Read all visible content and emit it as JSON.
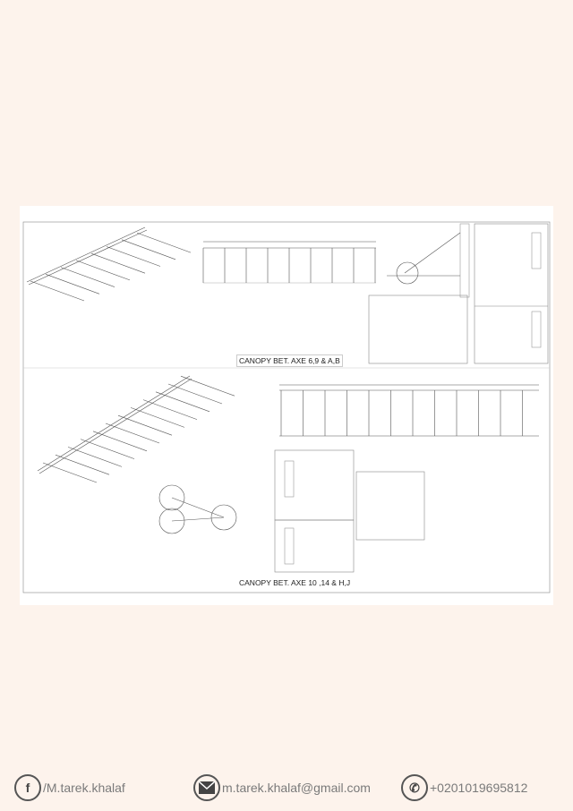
{
  "drawings": {
    "title_top": "CANOPY BET. AXE 6,9 & A,B",
    "title_bottom": "CANOPY BET. AXE 10 ,14 & H,J"
  },
  "footer": {
    "facebook": "/M.tarek.khalaf",
    "email": "m.tarek.khalaf@gmail.com",
    "phone": "+020101969581​2"
  }
}
